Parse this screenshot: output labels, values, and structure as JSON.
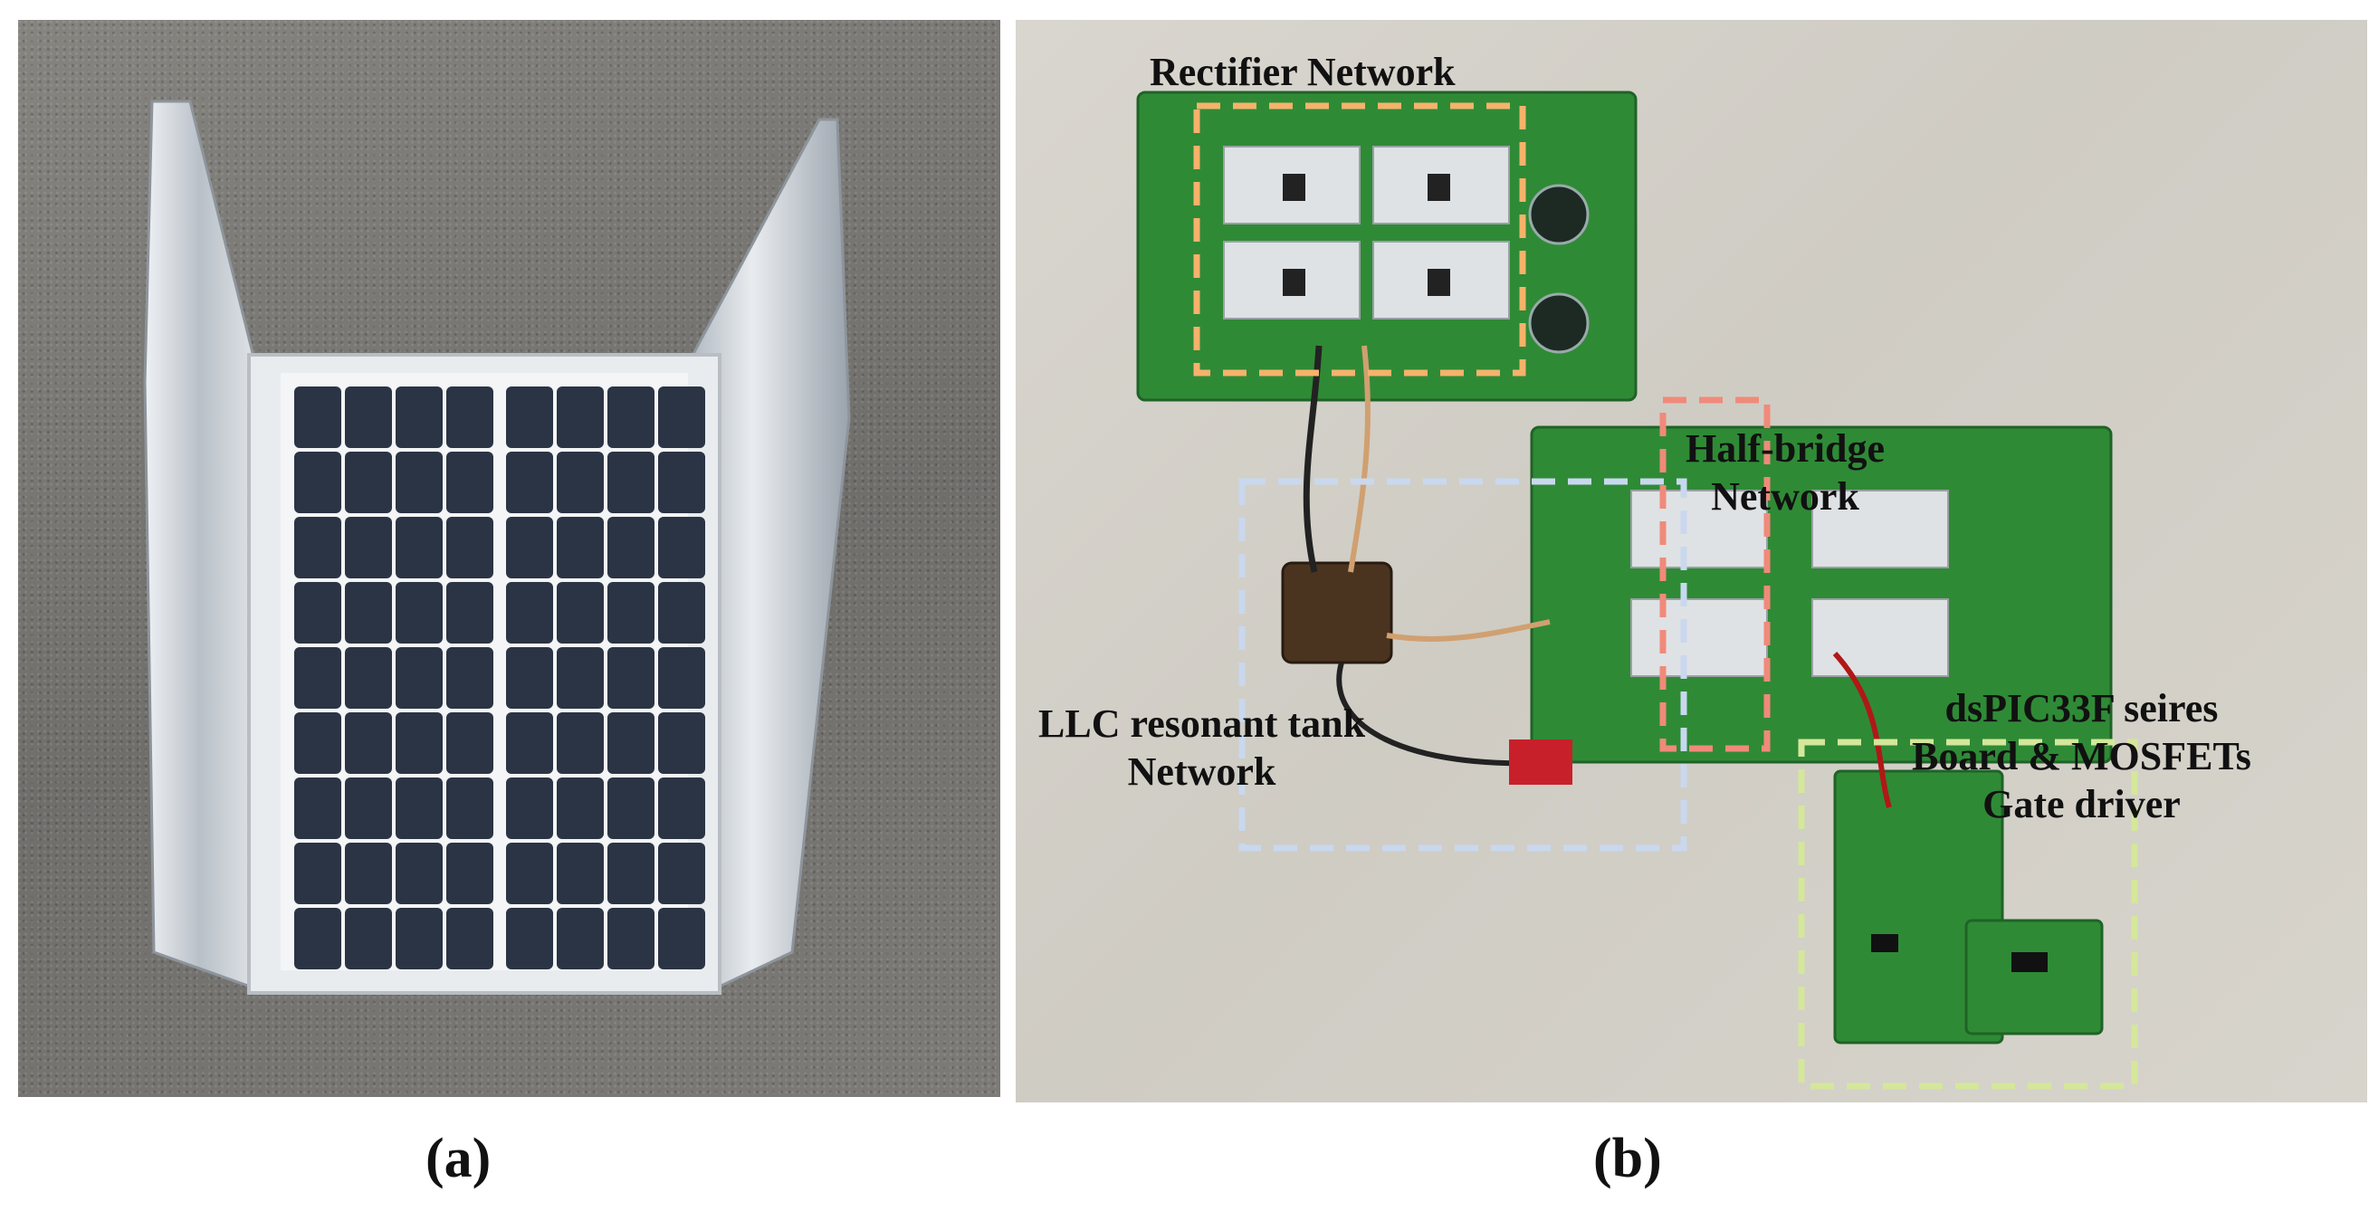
{
  "captions": {
    "a": "(a)",
    "b": "(b)"
  },
  "labels": {
    "rectifier": "Rectifier Network",
    "halfbridge_1": "Half-bridge",
    "halfbridge_2": "Network",
    "llc_1": "LLC resonant tank",
    "llc_2": "Network",
    "dspic_1": "dsPIC33F seires",
    "dspic_2": "Board & MOSFETs",
    "dspic_3": "Gate driver"
  },
  "colors": {
    "rectifier_box": "#f6b26b",
    "halfbridge_box": "#f08a7a",
    "llc_box": "#c9d8ee",
    "dspic_box": "#d4e79a",
    "pcb_green": "#2f8a36",
    "solar_cell": "#2b3444",
    "reflector": "#c9cfd6"
  }
}
